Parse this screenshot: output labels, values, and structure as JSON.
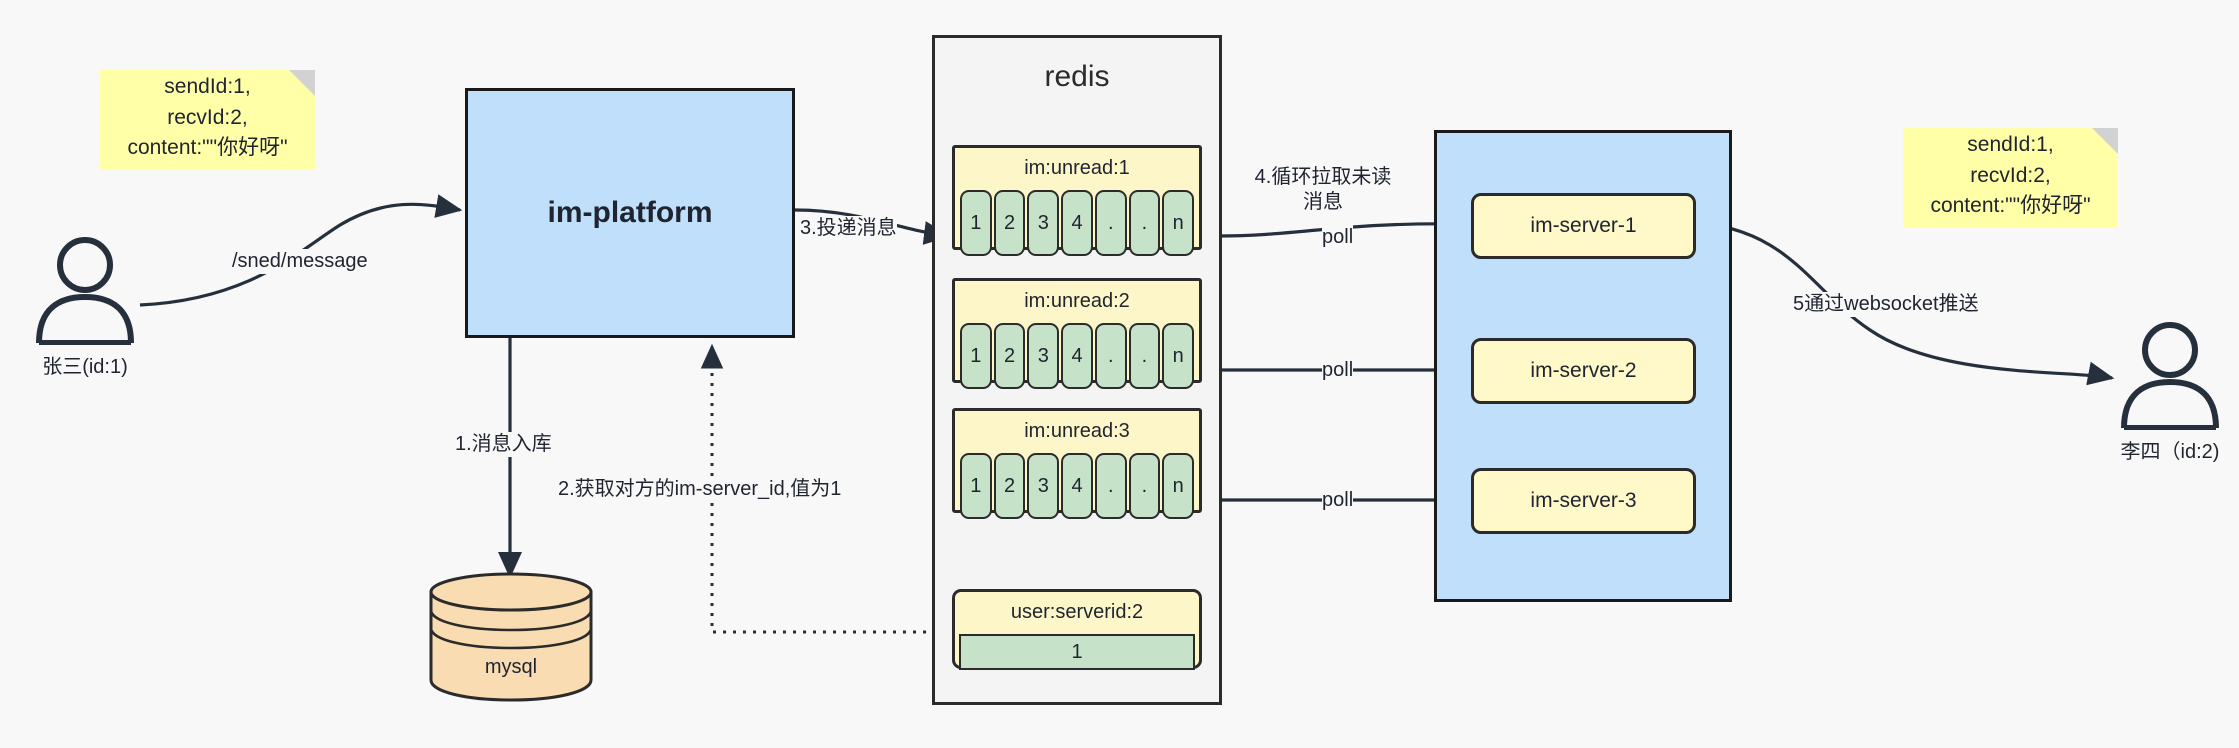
{
  "diagram": {
    "sender": {
      "name": "张三(id:1)"
    },
    "receiver": {
      "name": "李四（id:2)"
    },
    "note_left": {
      "line1": "sendId:1,",
      "line2": "recvId:2,",
      "line3": "content:\"\"你好呀\""
    },
    "note_right": {
      "line1": "sendId:1,",
      "line2": "recvId:2,",
      "line3": "content:\"\"你好呀\""
    },
    "platform": {
      "label": "im-platform"
    },
    "database": {
      "label": "mysql"
    },
    "redis": {
      "title": "redis",
      "lists": [
        {
          "key": "im:unread:1",
          "cells": [
            "1",
            "2",
            "3",
            "4",
            ".",
            ".",
            "n"
          ]
        },
        {
          "key": "im:unread:2",
          "cells": [
            "1",
            "2",
            "3",
            "4",
            ".",
            ".",
            "n"
          ]
        },
        {
          "key": "im:unread:3",
          "cells": [
            "1",
            "2",
            "3",
            "4",
            ".",
            ".",
            "n"
          ]
        }
      ],
      "kv": {
        "key": "user:serverid:2",
        "value": "1"
      }
    },
    "servers": [
      {
        "label": "im-server-1"
      },
      {
        "label": "im-server-2"
      },
      {
        "label": "im-server-3"
      }
    ],
    "edges": {
      "send_message": "/sned/message",
      "step1": "1.消息入库",
      "step2": "2.获取对方的im-server_id,值为1",
      "step3": "3.投递消息",
      "step4": "4.循环拉取未读消息",
      "poll1": "poll",
      "poll2": "poll",
      "poll3": "poll",
      "step5": "5通过websocket推送"
    },
    "colors": {
      "accent_blue": "#bfdffa",
      "note_yellow": "#ffffa8",
      "key_yellow": "#fdf6c8",
      "cell_green": "#c6e2c9",
      "db_orange": "#fadcb3",
      "stroke": "#1f2430"
    }
  }
}
